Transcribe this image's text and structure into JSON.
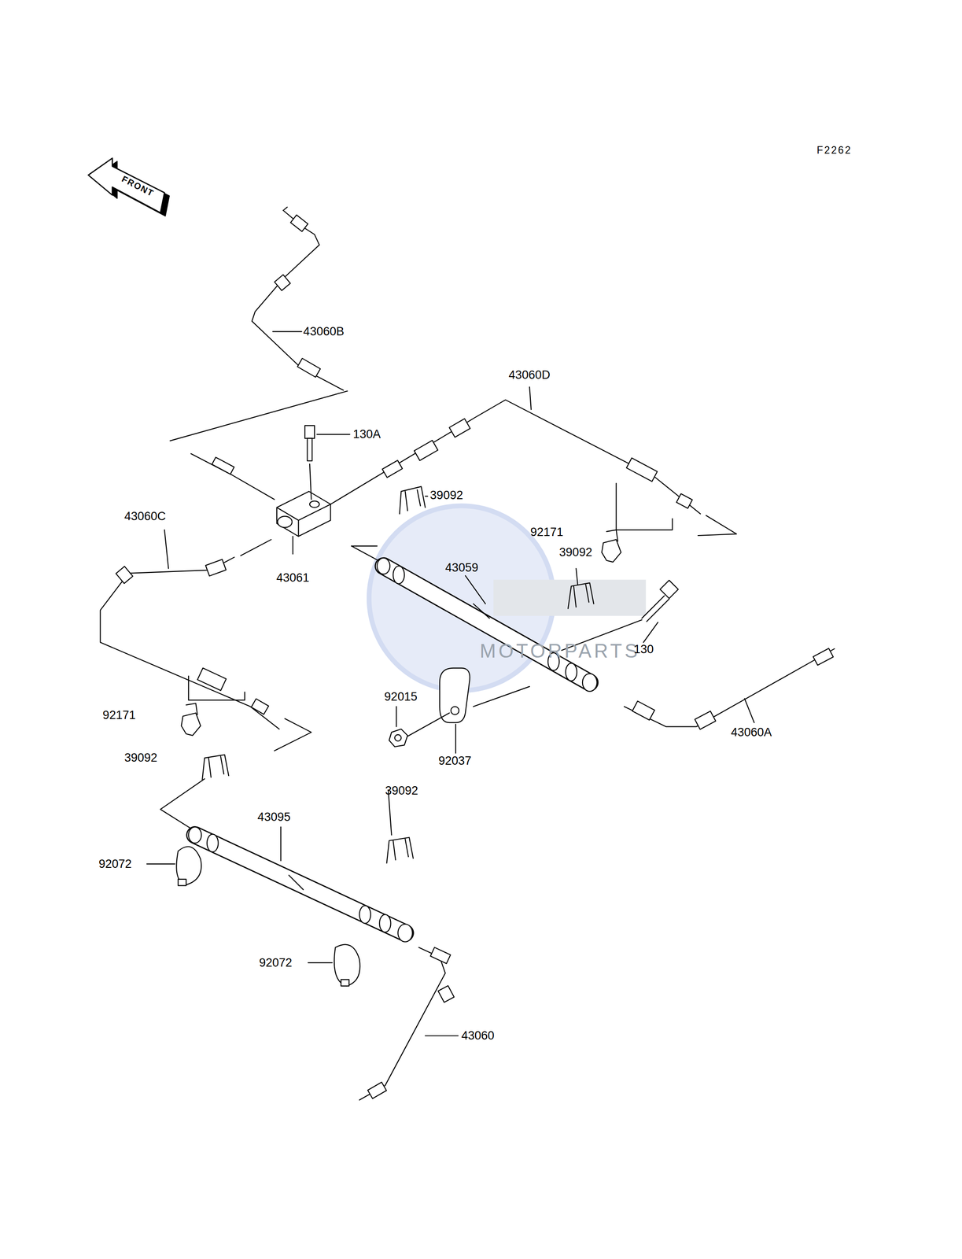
{
  "diagram": {
    "labels": [
      "F2262",
      "FRONT",
      "43060B",
      "130A",
      "43060D",
      "39092",
      "92171",
      "39092",
      "43061",
      "43060C",
      "43059",
      "130",
      "92015",
      "92037",
      "43060A",
      "92171",
      "39092",
      "39092",
      "43095",
      "92072",
      "92072",
      "43060",
      "MOTORPARTS"
    ]
  }
}
